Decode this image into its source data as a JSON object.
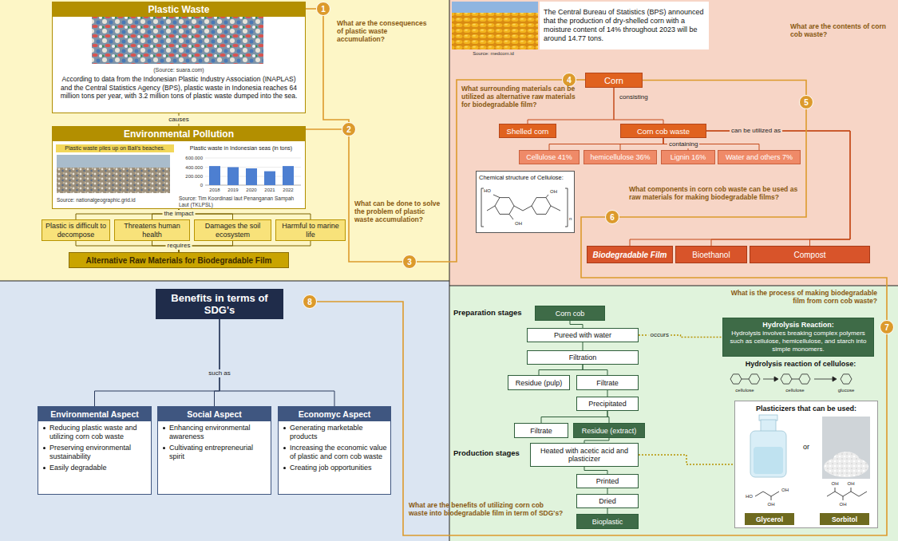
{
  "diagram": {
    "nodes": [
      {
        "text": [
          "Plastic Waste",
          "(Source: suara.com)",
          "According to data from the Indonesian Plastic Industry Association (INAPLAS) and the Central Statistics Agency (BPS), plastic waste in Indonesia reaches 64 million tons per year, with 3.2 million tons of plastic waste dumped into the sea."
        ]
      },
      {
        "text": [
          "Environmental Pollution",
          "Plastic waste piles up on Bali's beaches.",
          "Source: nationalgeographic.grid.id",
          "Plastic waste in Indonesian seas (in tons)",
          "Source: Tim Koordinasi laut Penanganan Sampah Laut (TKLPSL)"
        ]
      },
      {
        "text": [
          "Plastic is difficult to decompose"
        ]
      },
      {
        "text": [
          "Threatens human health"
        ]
      },
      {
        "text": [
          "Damages the soil ecosystem"
        ]
      },
      {
        "text": [
          "Harmful to marine life"
        ]
      },
      {
        "text": [
          "Alternative Raw Materials for Biodegradable Film"
        ]
      },
      {
        "text": [
          "1"
        ]
      },
      {
        "text": [
          "2"
        ]
      },
      {
        "text": [
          "3"
        ]
      },
      {
        "text": [
          "The Central Bureau of Statistics (BPS) announced that the production of dry-shelled corn with a moisture content of 14% throughout 2023 will be around 14.77 tons."
        ]
      },
      {
        "text": [
          "4"
        ]
      },
      {
        "text": [
          "Corn"
        ]
      },
      {
        "text": [
          "5"
        ]
      },
      {
        "text": [
          "Shelled corn"
        ]
      },
      {
        "text": [
          "Corn cob waste"
        ]
      },
      {
        "text": [
          "Cellulose 41%"
        ]
      },
      {
        "text": [
          "hemicellulose 36%"
        ]
      },
      {
        "text": [
          "Lignin 16%"
        ]
      },
      {
        "text": [
          "Water and others 7%"
        ]
      },
      {
        "text": [
          "Chemical structure of Cellulose:"
        ]
      },
      {
        "text": [
          "6"
        ]
      },
      {
        "text": [
          "Biodegradable Film"
        ]
      },
      {
        "text": [
          "Bioethanol"
        ]
      },
      {
        "text": [
          "Compost"
        ]
      },
      {
        "text": [
          "7"
        ]
      },
      {
        "text": [
          "Corn cob"
        ]
      },
      {
        "text": [
          "Pureed with water"
        ]
      },
      {
        "text": [
          "Hydrolysis Reaction:",
          "Hydrolysis involves breaking complex polymers such as cellulose, hemicellulose, and starch into simple monomers."
        ]
      },
      {
        "text": [
          "Filtration"
        ]
      },
      {
        "text": [
          "Residue (pulp)"
        ]
      },
      {
        "text": [
          "Filtrate"
        ]
      },
      {
        "text": [
          "Precipitated"
        ]
      },
      {
        "text": [
          "Filtrate"
        ]
      },
      {
        "text": [
          "Residue (extract)"
        ]
      },
      {
        "text": [
          "Heated with acetic acid and plasticizer"
        ]
      },
      {
        "text": [
          "Printed"
        ]
      },
      {
        "text": [
          "Dried"
        ]
      },
      {
        "text": [
          "Bioplastic"
        ]
      },
      {
        "text": [
          "Plasticizers that can be used:",
          "or"
        ]
      },
      {
        "text": [
          "Glycerol"
        ],
        "in": 39
      },
      {
        "text": [
          "Sorbitol"
        ],
        "in": 39
      },
      {
        "text": [
          "Benefits in terms of SDG's"
        ]
      },
      {
        "text": [
          "8"
        ]
      },
      {
        "text": [
          "Environmental Aspect",
          "Reducing plastic waste and utilizing corn cob waste",
          "Preserving environmental sustainability",
          "Easily degradable"
        ]
      },
      {
        "text": [
          "Social Aspect",
          "Enhancing environmental awareness",
          "Cultivating entrepreneurial spirit"
        ]
      },
      {
        "text": [
          "Economyc Aspect",
          "Generating marketable products",
          "Increasing the economic value of plastic and corn cob waste",
          "Creating job opportunities"
        ]
      }
    ],
    "edges": [
      {
        "from": 0,
        "to": 1,
        "label": "causes",
        "arrow": "none"
      },
      {
        "from": 1,
        "to": 2,
        "arrow": "none"
      },
      {
        "from": 1,
        "to": 3,
        "arrow": "none"
      },
      {
        "from": 1,
        "to": 4,
        "arrow": "none"
      },
      {
        "from": 1,
        "to": 5,
        "arrow": "none"
      },
      {
        "from": 2,
        "to": 6,
        "arrow": "none"
      },
      {
        "from": 3,
        "to": 6,
        "arrow": "none"
      },
      {
        "from": 4,
        "to": 6,
        "arrow": "none"
      },
      {
        "from": 5,
        "to": 6,
        "arrow": "none"
      },
      {
        "from": 0,
        "to": 7,
        "arrow": "none"
      },
      {
        "from": 7,
        "to": 8,
        "arrow": "none"
      },
      {
        "from": 1,
        "to": 8,
        "arrow": "none"
      },
      {
        "from": 8,
        "to": 9,
        "arrow": "none"
      },
      {
        "from": 9,
        "to": 11,
        "arrow": "none"
      },
      {
        "from": 11,
        "to": 12,
        "arrow": "none"
      },
      {
        "from": 12,
        "to": 13,
        "arrow": "none"
      },
      {
        "from": 12,
        "to": 14,
        "arrow": "none"
      },
      {
        "from": 12,
        "to": 15,
        "arrow": "none"
      },
      {
        "from": 15,
        "to": 16,
        "arrow": "none"
      },
      {
        "from": 15,
        "to": 17,
        "arrow": "none"
      },
      {
        "from": 15,
        "to": 18,
        "arrow": "none"
      },
      {
        "from": 15,
        "to": 19,
        "arrow": "none"
      },
      {
        "from": 15,
        "to": 22,
        "arrow": "none"
      },
      {
        "from": 15,
        "to": 23,
        "arrow": "none"
      },
      {
        "from": 15,
        "to": 24,
        "arrow": "none"
      },
      {
        "from": 13,
        "to": 21,
        "arrow": "none"
      },
      {
        "from": 21,
        "to": 25,
        "arrow": "none"
      },
      {
        "from": 26,
        "to": 27,
        "arrow": "none"
      },
      {
        "from": 27,
        "to": 28,
        "label": "occurs",
        "arrow": "none"
      },
      {
        "from": 27,
        "to": 29,
        "arrow": "none"
      },
      {
        "from": 29,
        "to": 30,
        "arrow": "none"
      },
      {
        "from": 29,
        "to": 31,
        "arrow": "none"
      },
      {
        "from": 31,
        "to": 32,
        "arrow": "none"
      },
      {
        "from": 32,
        "to": 33,
        "arrow": "none"
      },
      {
        "from": 32,
        "to": 34,
        "arrow": "none"
      },
      {
        "from": 34,
        "to": 35,
        "arrow": "none"
      },
      {
        "from": 35,
        "to": 39,
        "arrow": "none"
      },
      {
        "from": 35,
        "to": 36,
        "arrow": "none"
      },
      {
        "from": 36,
        "to": 37,
        "arrow": "none"
      },
      {
        "from": 37,
        "to": 38,
        "arrow": "none"
      },
      {
        "from": 25,
        "to": 43,
        "arrow": "none"
      },
      {
        "from": 42,
        "to": 44,
        "arrow": "none"
      },
      {
        "from": 42,
        "to": 45,
        "arrow": "none"
      },
      {
        "from": 42,
        "to": 46,
        "arrow": "none"
      }
    ],
    "labels": [
      "the impact",
      "requires",
      "What are the consequences of plastic waste accumulation?",
      "What can be done to solve the problem of plastic waste accumulation?",
      "600.000",
      "400.000",
      "200.000",
      "0",
      "2018",
      "2019",
      "2020",
      "2021",
      "2022",
      "Source: medcom.id",
      "What surrounding materials can be utilized as alternative raw materials for biodegradable film?",
      "What are the contents of corn cob waste?",
      "consisting",
      "can be utilized as",
      "containing",
      "What components in corn cob waste can be used as raw materials for making biodegradable films?",
      "What is the process of making biodegradable film from corn cob waste?",
      "Preparation stages",
      "Production stages",
      "Hydrolysis reaction of cellulose:",
      "cellulose",
      "cellulose",
      "glucose",
      "such as",
      "What are the benefits of utilizing corn cob waste into biodegradable film in term of SDG's?",
      "HO",
      "OH",
      "OH",
      "n",
      "HO",
      "OH",
      "OH",
      "OH",
      "OH",
      "OH"
    ]
  }
}
